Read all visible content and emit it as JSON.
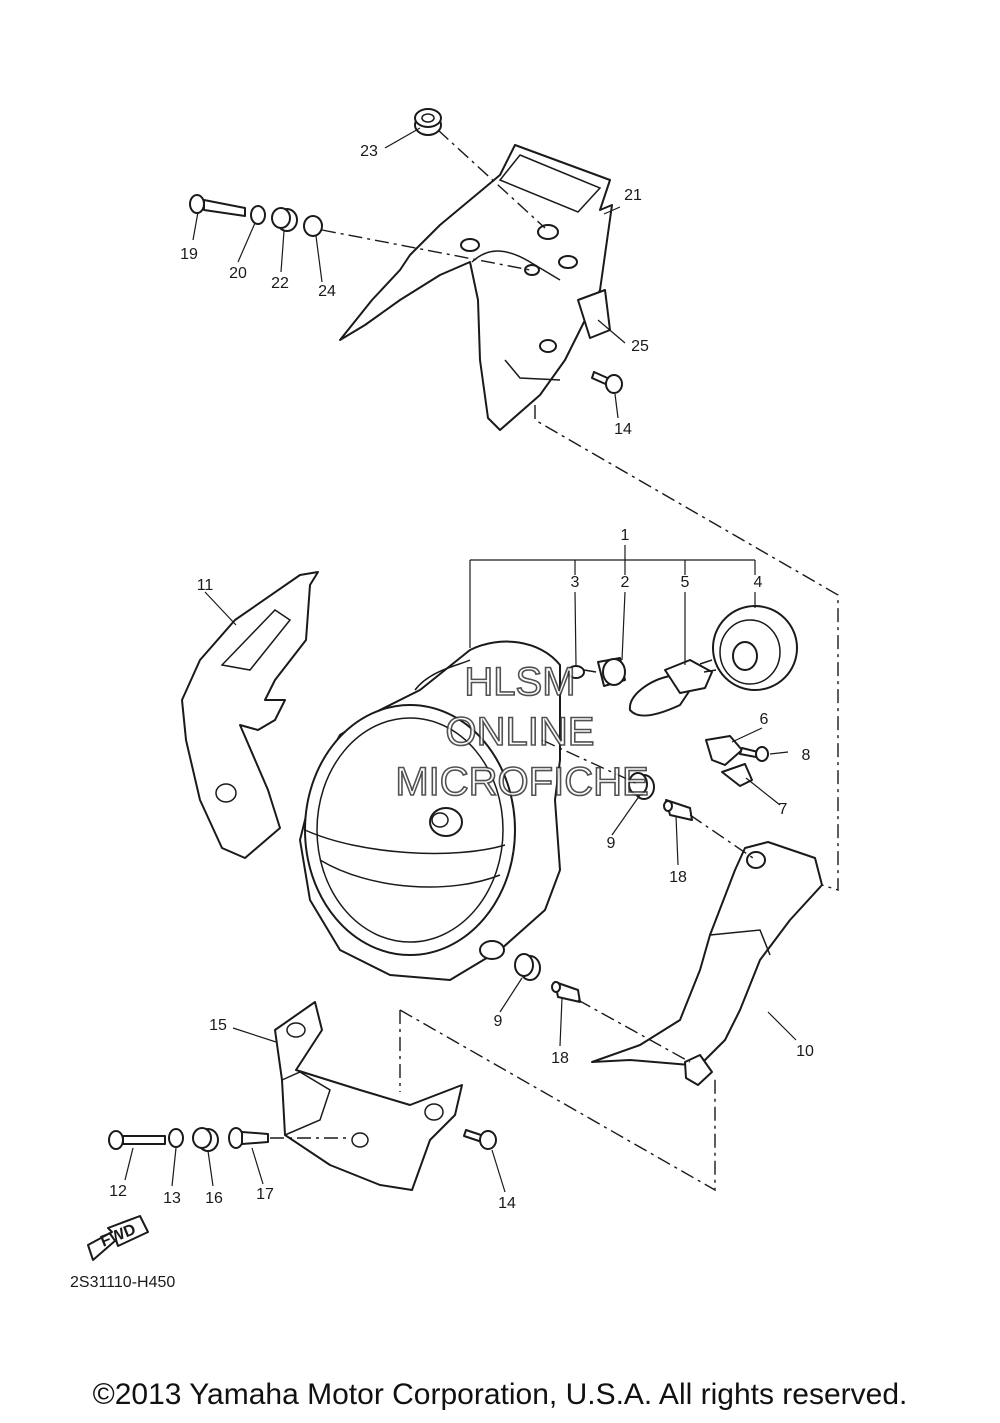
{
  "diagram": {
    "code": "2S31110-H450",
    "fwd_label": "FWD",
    "watermark": [
      "HLSM",
      "ONLINE",
      "MICROFICHE"
    ],
    "callouts": {
      "c1": "1",
      "c2": "2",
      "c3": "3",
      "c4": "4",
      "c5": "5",
      "c6": "6",
      "c7": "7",
      "c8": "8",
      "c9a": "9",
      "c9b": "9",
      "c10": "10",
      "c11": "11",
      "c12": "12",
      "c13": "13",
      "c14a": "14",
      "c14b": "14",
      "c15": "15",
      "c16": "16",
      "c17": "17",
      "c18a": "18",
      "c18b": "18",
      "c19": "19",
      "c20": "20",
      "c21": "21",
      "c22": "22",
      "c23": "23",
      "c24": "24",
      "c25": "25"
    }
  },
  "footer": {
    "copyright": "©2013 Yamaha Motor Corporation, U.S.A. All rights reserved."
  }
}
